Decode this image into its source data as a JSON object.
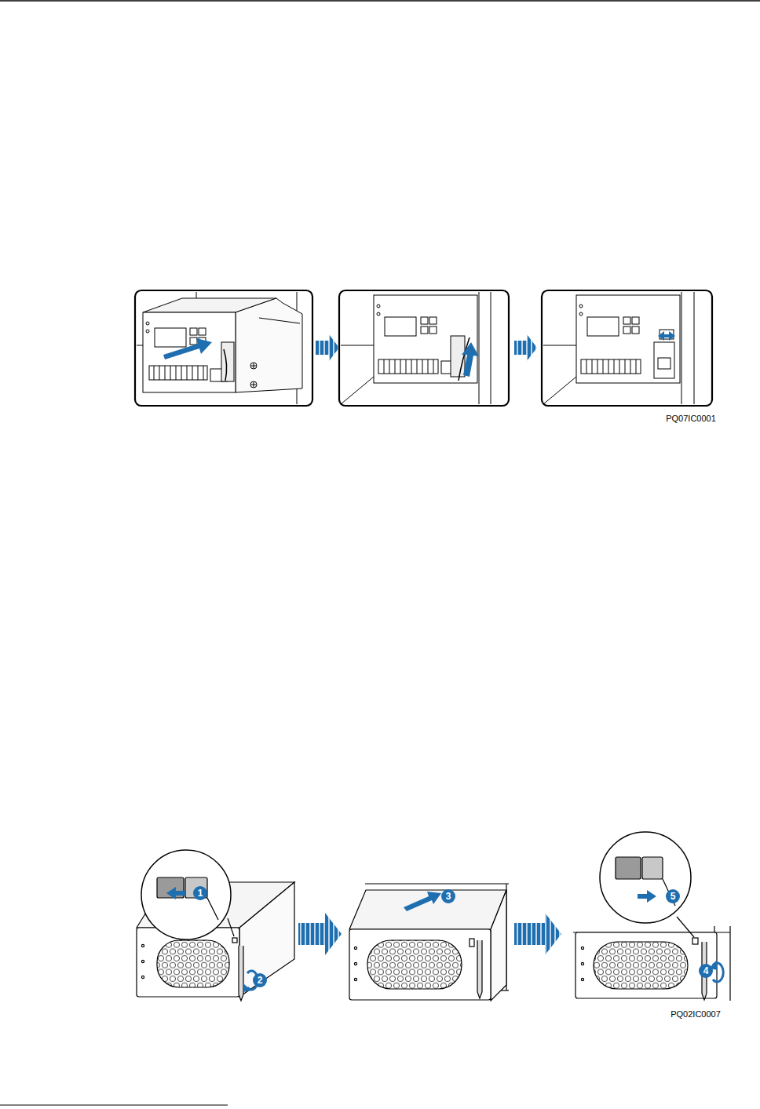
{
  "diagram": {
    "labels": [
      "PQ07IC0001",
      "1",
      "2",
      "3",
      "4",
      "5",
      "PQ02IC0007"
    ]
  }
}
